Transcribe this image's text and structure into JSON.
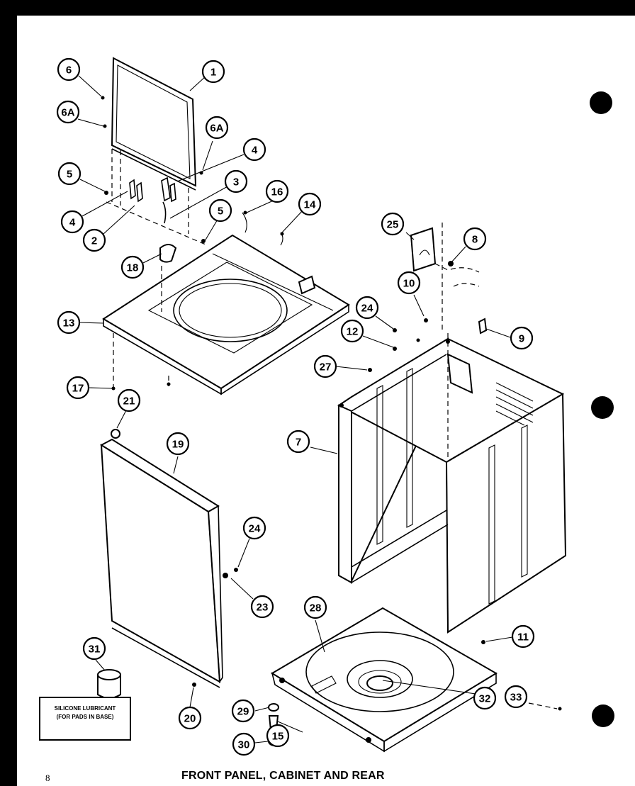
{
  "page_number": "8",
  "title": "FRONT PANEL, CABINET AND REAR",
  "lubricant_note": {
    "line1": "SILICONE LUBRICANT",
    "line2": "(FOR PADS IN BASE)"
  },
  "callouts": [
    "1",
    "2",
    "3",
    "4",
    "4",
    "5",
    "5",
    "6",
    "6A",
    "6A",
    "7",
    "8",
    "9",
    "10",
    "11",
    "12",
    "13",
    "14",
    "15",
    "16",
    "17",
    "18",
    "19",
    "20",
    "21",
    "23",
    "24",
    "24",
    "25",
    "27",
    "28",
    "29",
    "30",
    "31",
    "32",
    "33"
  ]
}
